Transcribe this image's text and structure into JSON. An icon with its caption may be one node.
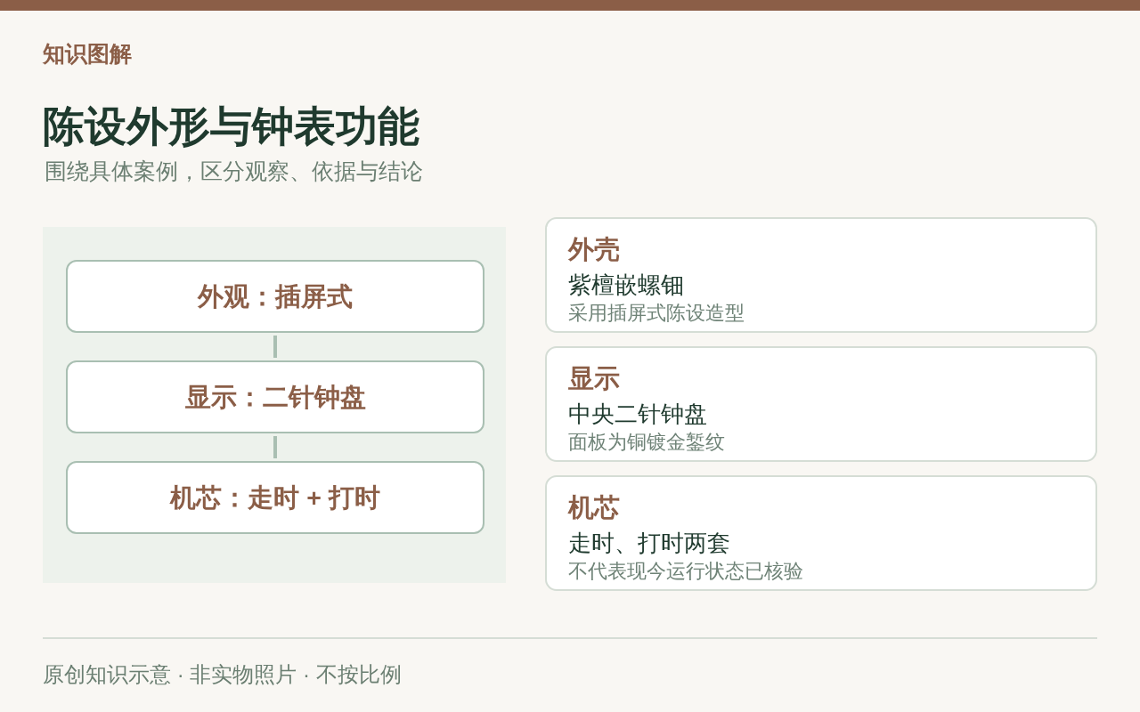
{
  "diagram": {
    "title": "陈设外形与钟表功能",
    "nodes": [
      {
        "text": [],
        "shape": "box"
      },
      {
        "text": [
          "外观：插屏式"
        ],
        "in": 0
      },
      {
        "text": [
          "显示：二针钟盘"
        ],
        "in": 0
      },
      {
        "text": [
          "机芯：走时 + 打时"
        ],
        "in": 0
      },
      {
        "text": [
          "外壳",
          "紫檀嵌螺钿",
          "采用插屏式陈设造型"
        ]
      },
      {
        "text": [
          "显示",
          "中央二针钟盘",
          "面板为铜镀金錾纹"
        ]
      },
      {
        "text": [
          "机芯",
          "走时、打时两套",
          "不代表现今运行状态已核验"
        ]
      }
    ],
    "edges": [
      {
        "from": 1,
        "to": 2,
        "arrow": "none"
      },
      {
        "from": 2,
        "to": 3,
        "arrow": "none"
      }
    ],
    "labels": [
      "知识图解",
      "围绕具体案例，区分观察、依据与结论",
      "原创知识示意 · 非实物照片 · 不按比例"
    ]
  }
}
